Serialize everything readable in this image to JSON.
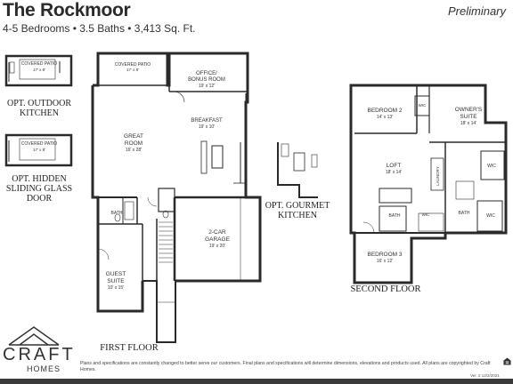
{
  "header": {
    "title": "The Rockmoor",
    "subtitle": "4-5 Bedrooms • 3.5 Baths • 3,413 Sq. Ft.",
    "status": "Preliminary"
  },
  "options": {
    "outdoor_kitchen": {
      "room": "COVERED PATIO",
      "dims": "17' x 8'",
      "label_1": "OPT. OUTDOOR",
      "label_2": "KITCHEN"
    },
    "sliding_door": {
      "room": "COVERED PATIO",
      "dims": "17' x 8'",
      "label_1": "OPT. HIDDEN",
      "label_2": "SLIDING GLASS",
      "label_3": "DOOR"
    },
    "gourmet_kitchen": {
      "label_1": "OPT. GOURMET",
      "label_2": "KITCHEN"
    }
  },
  "first_floor": {
    "label": "FIRST FLOOR",
    "rooms": {
      "patio": {
        "name": "COVERED PATIO",
        "dims": "17' x 8'"
      },
      "office_1": "OFFICE/",
      "office_2": "BONUS ROOM",
      "office_dims": "19' x 12'",
      "breakfast": {
        "name": "BREAKFAST",
        "dims": "19' x 10'"
      },
      "great_room": {
        "name_1": "GREAT",
        "name_2": "ROOM",
        "dims": "16' x 28'"
      },
      "bath": "BATH",
      "garage": {
        "name_1": "2-CAR",
        "name_2": "GARAGE",
        "dims": "19' x 20'"
      },
      "guest_suite": {
        "name_1": "GUEST",
        "name_2": "SUITE",
        "dims": "10' x 15'"
      }
    }
  },
  "second_floor": {
    "label": "SECOND FLOOR",
    "rooms": {
      "bedroom2": {
        "name": "BEDROOM 2",
        "dims": "14' x 13'"
      },
      "wic_top": "WIC",
      "owners_suite": {
        "name_1": "OWNER'S",
        "name_2": "SUITE",
        "dims": "18' x 14'"
      },
      "loft": {
        "name": "LOFT",
        "dims": "18' x 14'"
      },
      "laundry": "LAUNDRY",
      "wic_a": "WIC",
      "wic_b": "WIC",
      "owners_bath": "BATH",
      "wic_mid": "WIC",
      "bath": "BATH",
      "bedroom3": {
        "name": "BEDROOM 3",
        "dims": "16' x 12'"
      }
    }
  },
  "brand": {
    "name": "CRAFT",
    "sub": "HOMES"
  },
  "footer": {
    "disclaimer": "Plans and specifications are constantly changed to better serve our customers. Final plans and specifications will determine dimensions, elevations and products used. All plans are copyrighted by Craft Homes.",
    "version": "Ver. 2   12/2/2021"
  }
}
